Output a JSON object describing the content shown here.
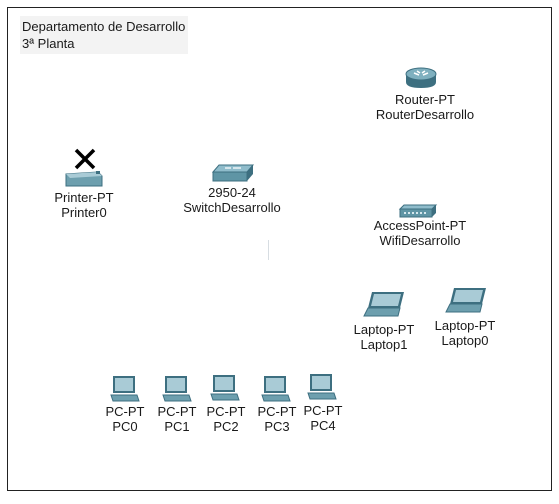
{
  "note": {
    "line1": "Departamento de Desarrollo",
    "line2": "3ª Planta"
  },
  "devices": {
    "router": {
      "model": "Router-PT",
      "name": "RouterDesarrollo",
      "icon": "router-icon"
    },
    "printer": {
      "model": "Printer-PT",
      "name": "Printer0",
      "icon": "printer-icon"
    },
    "switch": {
      "model": "2950-24",
      "name": "SwitchDesarrollo",
      "icon": "switch-icon"
    },
    "ap": {
      "model": "AccessPoint-PT",
      "name": "WifiDesarrollo",
      "icon": "access-point-icon"
    },
    "laptop1": {
      "model": "Laptop-PT",
      "name": "Laptop1",
      "icon": "laptop-icon"
    },
    "laptop0": {
      "model": "Laptop-PT",
      "name": "Laptop0",
      "icon": "laptop-icon"
    },
    "pc0": {
      "model": "PC-PT",
      "name": "PC0",
      "icon": "pc-icon"
    },
    "pc1": {
      "model": "PC-PT",
      "name": "PC1",
      "icon": "pc-icon"
    },
    "pc2": {
      "model": "PC-PT",
      "name": "PC2",
      "icon": "pc-icon"
    },
    "pc3": {
      "model": "PC-PT",
      "name": "PC3",
      "icon": "pc-icon"
    },
    "pc4": {
      "model": "PC-PT",
      "name": "PC4",
      "icon": "pc-icon"
    }
  },
  "colors": {
    "device_teal": "#5f95a5",
    "device_dark": "#3d6f80",
    "device_light": "#a9cbd6"
  }
}
